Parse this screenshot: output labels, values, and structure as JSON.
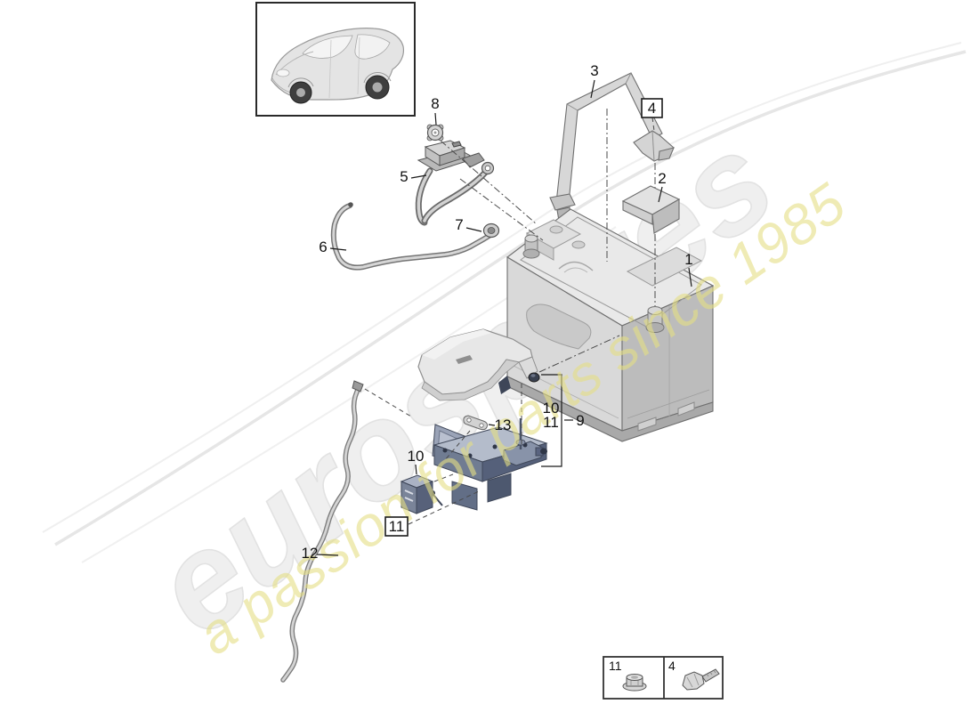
{
  "watermark": {
    "brand": "eurospares",
    "tagline": "a passion for parts since 1985",
    "brand_color": "#efefef",
    "brand_outline_color": "#e2e2e2",
    "tagline_color": "#e5df85"
  },
  "thumbnail": {
    "vehicle_icon": "porsche-macan-suv-icon"
  },
  "callouts": {
    "c1": "1",
    "c2": "2",
    "c3": "3",
    "c4": "4",
    "c5": "5",
    "c6": "6",
    "c7": "7",
    "c8": "8",
    "c9": "9",
    "c10": "10",
    "c11": "11",
    "c12": "12",
    "c13": "13"
  },
  "legend": {
    "cells": [
      {
        "num": "11",
        "icon": "flange-nut-icon"
      },
      {
        "num": "4",
        "icon": "hex-bolt-icon"
      }
    ]
  }
}
